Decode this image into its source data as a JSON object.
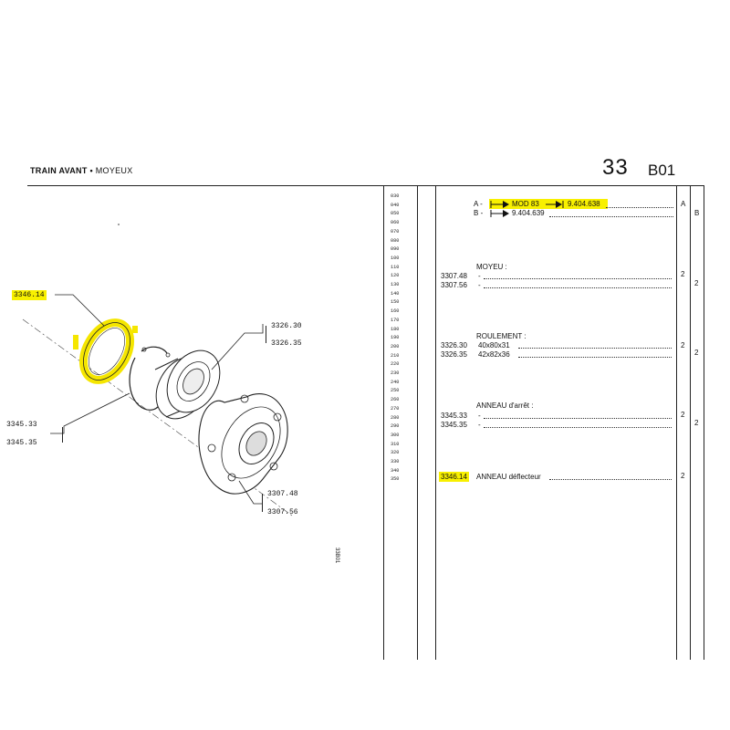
{
  "header": {
    "title": "TRAIN AVANT",
    "subtitle": "MOYEUX",
    "section": "33",
    "page": "B01"
  },
  "row_numbers": [
    "030",
    "040",
    "050",
    "060",
    "070",
    "080",
    "090",
    "100",
    "110",
    "120",
    "130",
    "140",
    "150",
    "160",
    "170",
    "180",
    "190",
    "200",
    "210",
    "220",
    "230",
    "240",
    "250",
    "260",
    "270",
    "280",
    "290",
    "300",
    "310",
    "320",
    "330",
    "340",
    "350"
  ],
  "variants": [
    {
      "code": "A",
      "model": "MOD 83",
      "number": "9.404.638",
      "col": "A"
    },
    {
      "code": "B",
      "model": "",
      "number": "9.404.639",
      "col": "B"
    }
  ],
  "groups": [
    {
      "title": "MOYEU :",
      "parts": [
        {
          "ref": "3307.48",
          "desc": "-",
          "qty": "2",
          "qty2": ""
        },
        {
          "ref": "3307.56",
          "desc": "-",
          "qty": "",
          "qty2": "2"
        }
      ]
    },
    {
      "title": "ROULEMENT :",
      "parts": [
        {
          "ref": "3326.30",
          "desc": "40x80x31",
          "qty": "2",
          "qty2": ""
        },
        {
          "ref": "3326.35",
          "desc": "42x82x36",
          "qty": "",
          "qty2": "2"
        }
      ]
    },
    {
      "title": "ANNEAU d'arrêt :",
      "parts": [
        {
          "ref": "3345.33",
          "desc": "-",
          "qty": "2",
          "qty2": ""
        },
        {
          "ref": "3345.35",
          "desc": "-",
          "qty": "",
          "qty2": "2"
        }
      ]
    }
  ],
  "deflector": {
    "ref": "3346.14",
    "desc": "ANNEAU déflecteur",
    "qty": "2"
  },
  "diagram": {
    "label_deflector": "3346.14",
    "label_bearing_a": "3326.30",
    "label_bearing_b": "3326.35",
    "label_ring_a": "3345.33",
    "label_ring_b": "3345.35",
    "label_hub_a": "3307.48",
    "label_hub_b": "3307.56",
    "figure_code": "33B01"
  },
  "colors": {
    "highlight": "#f8f000",
    "ink": "#111111"
  }
}
